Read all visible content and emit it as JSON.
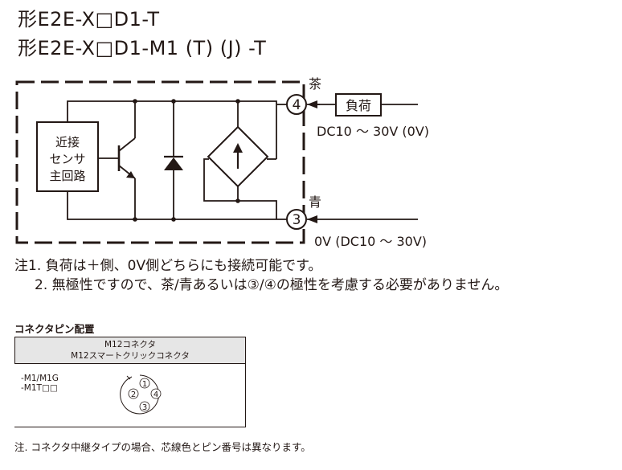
{
  "titles": {
    "line1": "形E2E-X□D1-T",
    "line2": "形E2E-X□D1-M1 (T) (J) -T"
  },
  "diagram": {
    "sensor_block": [
      "近接",
      "センサ",
      "主回路"
    ],
    "pin_top": "4",
    "pin_bottom": "3",
    "color_top": "茶",
    "color_bottom": "青",
    "load": "負荷",
    "voltage_top": "DC10 ～ 30V (0V)",
    "voltage_bottom": "0V (DC10 ～ 30V)"
  },
  "notes": {
    "note1": "注1. 負荷は＋側、0V側どちらにも接続可能です。",
    "note2": "2. 無極性ですので、茶/青あるいは③/④の極性を考慮する必要がありません。"
  },
  "pin_table": {
    "title": "コネクタピン配置",
    "header1": "M12コネクタ",
    "header2": "M12スマートクリックコネクタ",
    "row_label1": "-M1/M1G",
    "row_label2": "-M1T□□",
    "pins": [
      "1",
      "2",
      "3",
      "4"
    ]
  },
  "footer_note": "注. コネクタ中継タイプの場合、芯線色とピン番号は異なります。"
}
